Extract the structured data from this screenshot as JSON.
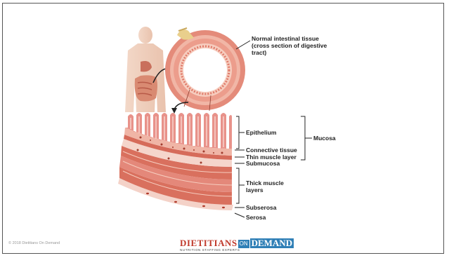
{
  "labels": {
    "normal_tissue": "Normal intestinal tissue (cross section of digestive tract)",
    "epithelium": "Epithelium",
    "connective": "Connective tissue",
    "thin_muscle": "Thin muscle layer",
    "submucosa": "Submucosa",
    "thick_muscle": "Thick muscle layers",
    "subserosa": "Subserosa",
    "serosa": "Serosa",
    "mucosa": "Mucosa"
  },
  "footer": {
    "copyright": "© 2018 Dietitians On Demand",
    "logo_main": "DIETITIANS",
    "logo_on": "ON",
    "logo_demand": "DEMAND",
    "logo_tagline": "NUTRITION STAFFING EXPERTS"
  },
  "colors": {
    "tissue_pink": "#e89a8a",
    "tissue_light": "#f6cdbf",
    "muscle_red": "#d9705e",
    "logo_red": "#c0392b",
    "logo_blue": "#2f7fb6"
  }
}
